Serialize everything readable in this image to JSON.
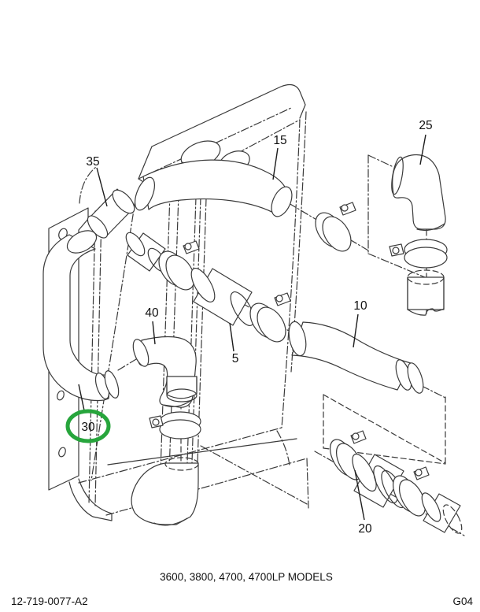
{
  "document": {
    "type": "exploded-parts-diagram",
    "subject": "radiator hoses and clamps",
    "caption": "3600, 3800, 4700, 4700LP MODELS",
    "doc_number": "12-719-0077-A2",
    "page_code": "G04"
  },
  "highlight": {
    "callout": "30",
    "color": "#27a53c"
  },
  "callouts": [
    {
      "label": "35",
      "part": "upper-left-hose",
      "highlighted": false
    },
    {
      "label": "15",
      "part": "upper-radiator-hose",
      "highlighted": false
    },
    {
      "label": "25",
      "part": "elbow-hose-right",
      "highlighted": false
    },
    {
      "label": "40",
      "part": "elbow-hose-left",
      "highlighted": false
    },
    {
      "label": "5",
      "part": "center-sleeve-hose",
      "highlighted": false
    },
    {
      "label": "10",
      "part": "lower-radiator-hose",
      "highlighted": false
    },
    {
      "label": "30",
      "part": "long-left-hose",
      "highlighted": true
    },
    {
      "label": "20",
      "part": "lower-right-sleeve-hose",
      "highlighted": false
    }
  ]
}
